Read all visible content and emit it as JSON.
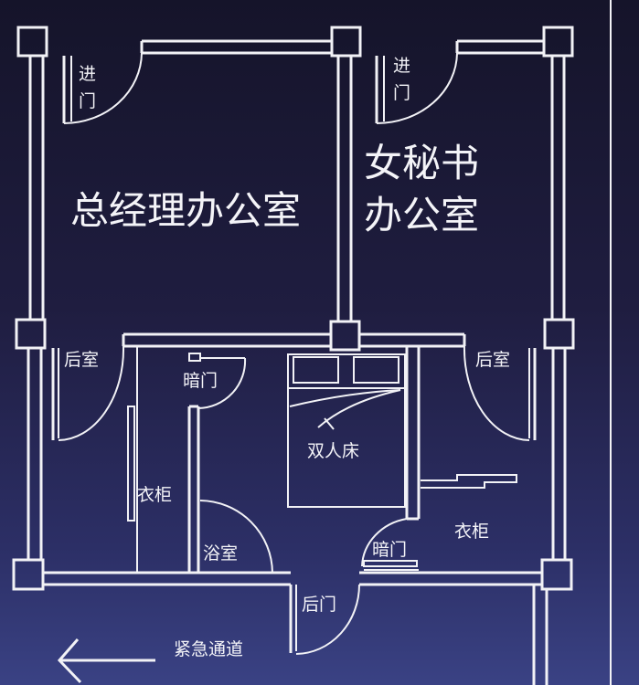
{
  "title": "办公室平面图",
  "rooms": {
    "gm_office": "总经理办公室",
    "secretary_office_line1": "女秘书",
    "secretary_office_line2": "办公室"
  },
  "labels": {
    "entry_left_1": "进",
    "entry_left_2": "门",
    "entry_right_1": "进",
    "entry_right_2": "门",
    "back_room_left": "后室",
    "back_room_right": "后室",
    "secret_door_top": "暗门",
    "double_bed": "双人床",
    "wardrobe_left": "衣柜",
    "bathroom": "浴室",
    "secret_door_bottom": "暗门",
    "wardrobe_right": "衣柜",
    "back_door": "后门",
    "emergency_exit": "紧急通道"
  },
  "colors": {
    "background": "#1f1d40",
    "lines": "#f2f2f6"
  }
}
